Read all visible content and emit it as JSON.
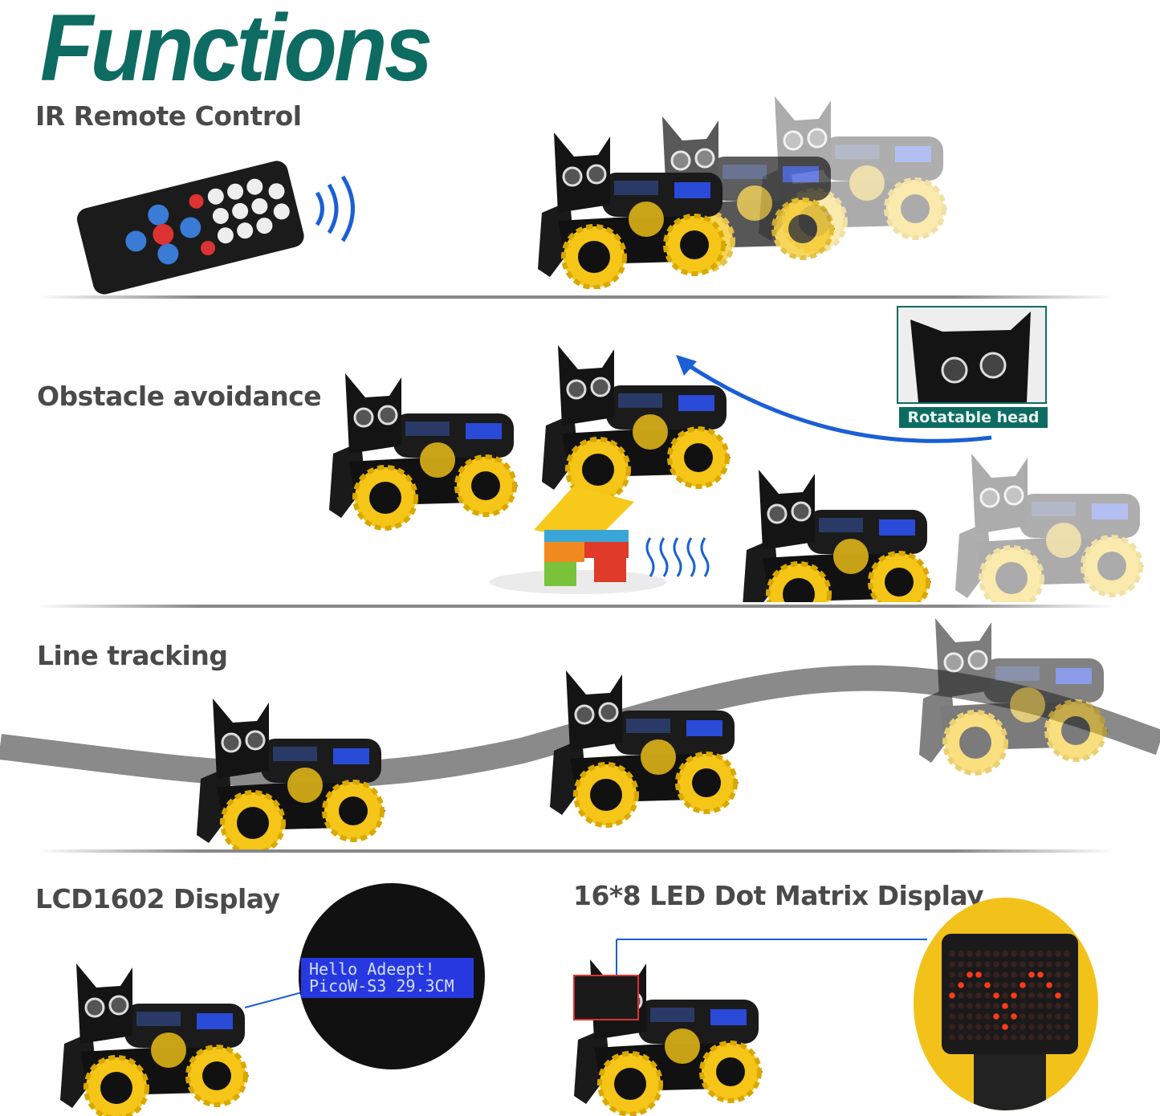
{
  "title": "Functions",
  "sections": [
    {
      "label": "IR Remote Control"
    },
    {
      "label": "Obstacle avoidance",
      "callout": "Rotatable head"
    },
    {
      "label": "Line tracking"
    },
    {
      "label": "LCD1602 Display",
      "lcd_lines": [
        "Hello Adeept!",
        "PicoW-S3 29.3CM"
      ]
    },
    {
      "label": "16*8 LED Dot Matrix Display"
    }
  ],
  "colors": {
    "brand": "#0e6b62",
    "signal": "#1a5fd6",
    "wheel": "#f5c518",
    "lcd": "#2838e0",
    "led": "#ff3a1a"
  },
  "icons": [
    "remote-control",
    "ir-signal-waves",
    "ultrasonic-waves",
    "toy-blocks",
    "robot-car"
  ]
}
